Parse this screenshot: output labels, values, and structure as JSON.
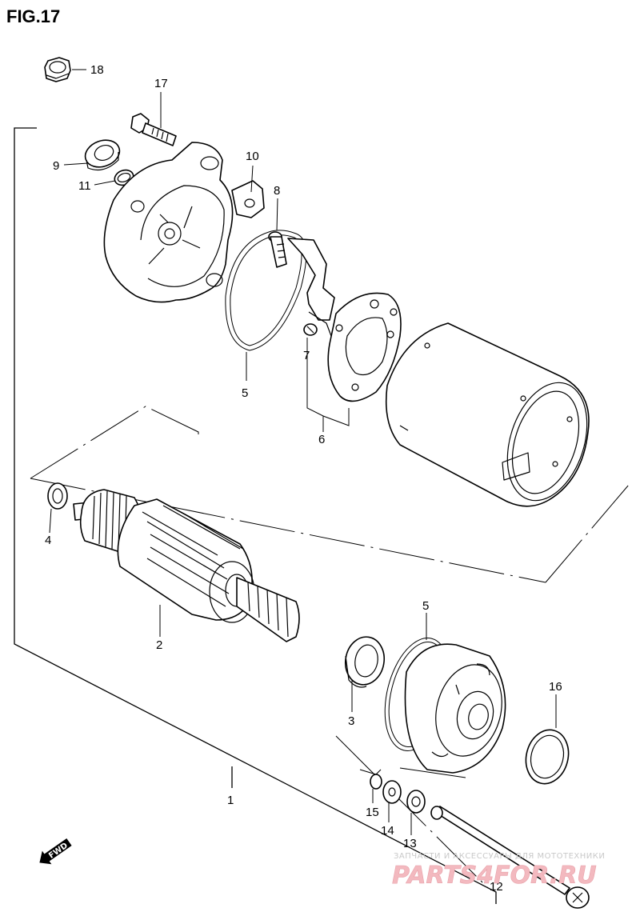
{
  "figure": {
    "title": "FIG.17"
  },
  "callouts": {
    "c1": "1",
    "c2": "2",
    "c3": "3",
    "c4": "4",
    "c5a": "5",
    "c5b": "5",
    "c6": "6",
    "c7": "7",
    "c8": "8",
    "c9": "9",
    "c10": "10",
    "c11": "11",
    "c12": "12",
    "c13": "13",
    "c14": "14",
    "c15": "15",
    "c16": "16",
    "c17": "17",
    "c18": "18"
  },
  "direction_arrow": {
    "label": "FWD",
    "icon": "forward-arrow-icon"
  },
  "watermark": {
    "tagline": "ЗАПЧАСТИ И АКСЕССУАРЫ ДЛЯ МОТОТЕХНИКИ",
    "logo": "PARTS4FOR.RU",
    "color": "#f3b9bf"
  }
}
